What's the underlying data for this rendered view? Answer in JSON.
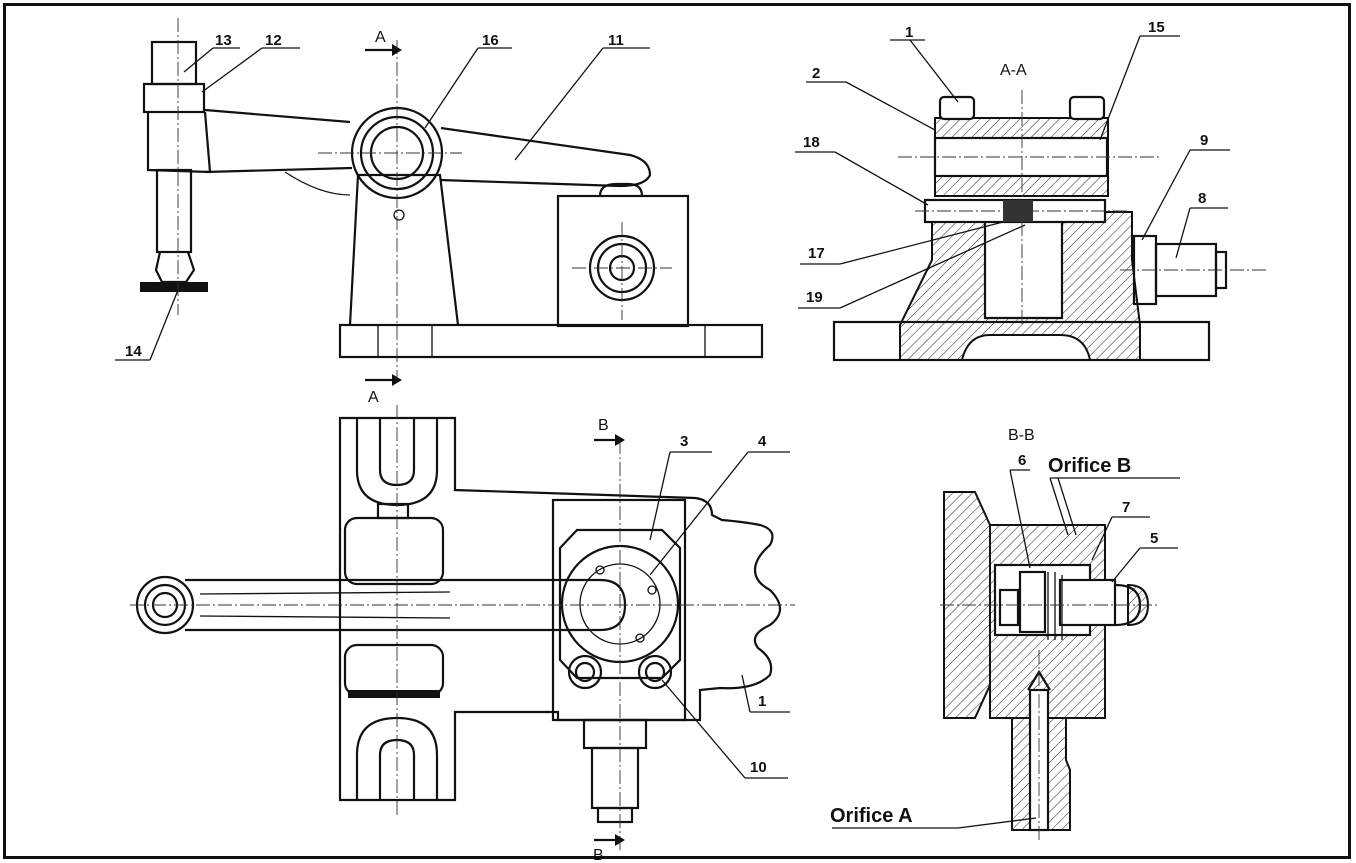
{
  "drawing": {
    "section_labels": {
      "a_a": "A-A",
      "b_b": "B-B",
      "a_top": "A",
      "a_bottom": "A",
      "b_top": "B",
      "b_bottom": "B"
    },
    "orifices": {
      "a": "Orifice A",
      "b": "Orifice B"
    },
    "side_view_callouts": [
      "13",
      "12",
      "16",
      "11",
      "14"
    ],
    "section_aa_callouts": [
      "1",
      "15",
      "2",
      "18",
      "9",
      "8",
      "17",
      "19"
    ],
    "plan_view_callouts": [
      "3",
      "4",
      "1",
      "10"
    ],
    "section_bb_callouts": [
      "6",
      "7",
      "5"
    ]
  }
}
